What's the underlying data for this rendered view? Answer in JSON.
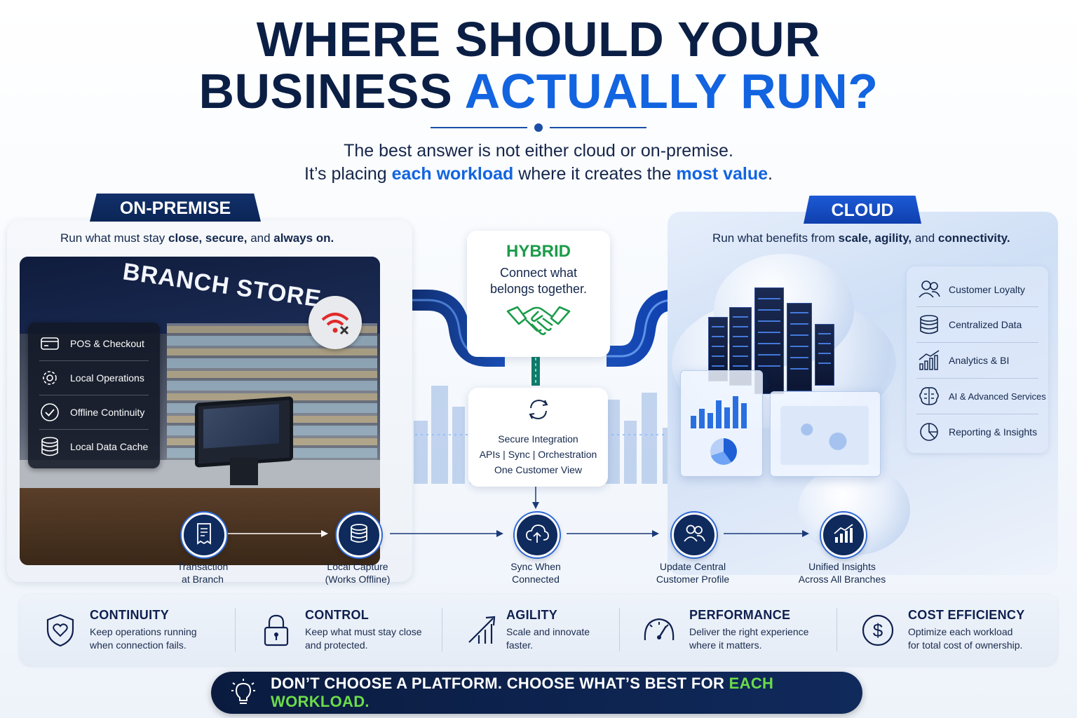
{
  "title": {
    "line1": "WHERE SHOULD YOUR",
    "line2_plain": "BUSINESS ",
    "line2_accent": "ACTUALLY RUN?"
  },
  "subtitle": {
    "line1": "The best answer is not either cloud or on-premise.",
    "line2_part1": "It’s placing ",
    "line2_bold1": "each workload",
    "line2_part2": " where it creates the ",
    "line2_bold2": "most value",
    "line2_end": "."
  },
  "onprem": {
    "tab": "ON-PREMISE",
    "caption_part1": "Run what must stay ",
    "caption_bold1": "close, secure,",
    "caption_part2": " and ",
    "caption_bold2": "always on.",
    "store_sign": "BRANCH STORE",
    "items": [
      {
        "label": "POS & Checkout",
        "icon": "card-icon"
      },
      {
        "label": "Local Operations",
        "icon": "gear-icon"
      },
      {
        "label": "Offline Continuity",
        "icon": "check-circle-icon"
      },
      {
        "label": "Local Data Cache",
        "icon": "database-icon"
      }
    ]
  },
  "cloud": {
    "tab": "CLOUD",
    "caption_part1": "Run what benefits from ",
    "caption_bold1": "scale, agility,",
    "caption_part2": " and ",
    "caption_bold2": "connectivity.",
    "items": [
      {
        "label": "Customer Loyalty",
        "icon": "users-icon"
      },
      {
        "label": "Centralized Data",
        "icon": "database-icon"
      },
      {
        "label": "Analytics & BI",
        "icon": "chart-icon"
      },
      {
        "label": "AI & Advanced Services",
        "icon": "brain-icon"
      },
      {
        "label": "Reporting & Insights",
        "icon": "pie-icon"
      }
    ]
  },
  "hybrid": {
    "title": "HYBRID",
    "sub_line1": "Connect what",
    "sub_line2": "belongs together.",
    "integration_title": "Secure Integration",
    "integration_line2": "APIs | Sync | Orchestration",
    "integration_line3": "One Customer View"
  },
  "flow": [
    {
      "line1": "Transaction",
      "line2": "at Branch",
      "icon": "receipt-icon"
    },
    {
      "line1": "Local Capture",
      "line2": "(Works Offline)",
      "icon": "database-icon"
    },
    {
      "line1": "Sync When",
      "line2": "Connected",
      "icon": "cloud-upload-icon"
    },
    {
      "line1": "Update Central",
      "line2": "Customer Profile",
      "icon": "users-icon"
    },
    {
      "line1": "Unified Insights",
      "line2": "Across All Branches",
      "icon": "chart-icon"
    }
  ],
  "benefits": [
    {
      "title": "CONTINUITY",
      "line1": "Keep operations running",
      "line2": "when connection fails.",
      "icon": "shield-heart-icon"
    },
    {
      "title": "CONTROL",
      "line1": "Keep what must stay close",
      "line2": "and protected.",
      "icon": "lock-icon"
    },
    {
      "title": "AGILITY",
      "line1": "Scale and innovate",
      "line2": "faster.",
      "icon": "growth-icon"
    },
    {
      "title": "PERFORMANCE",
      "line1": "Deliver the right experience",
      "line2": "where it matters.",
      "icon": "gauge-icon"
    },
    {
      "title": "COST EFFICIENCY",
      "line1": "Optimize each workload",
      "line2": "for total cost of ownership.",
      "icon": "dollar-icon"
    }
  ],
  "banner": {
    "text": "DON’T CHOOSE A PLATFORM. CHOOSE WHAT’S BEST FOR ",
    "highlight": "EACH WORKLOAD."
  },
  "colors": {
    "navy": "#0b1f45",
    "accent_blue": "#1264e0",
    "hybrid_green": "#1b9c4a",
    "banner_green": "#6bdc4a"
  }
}
